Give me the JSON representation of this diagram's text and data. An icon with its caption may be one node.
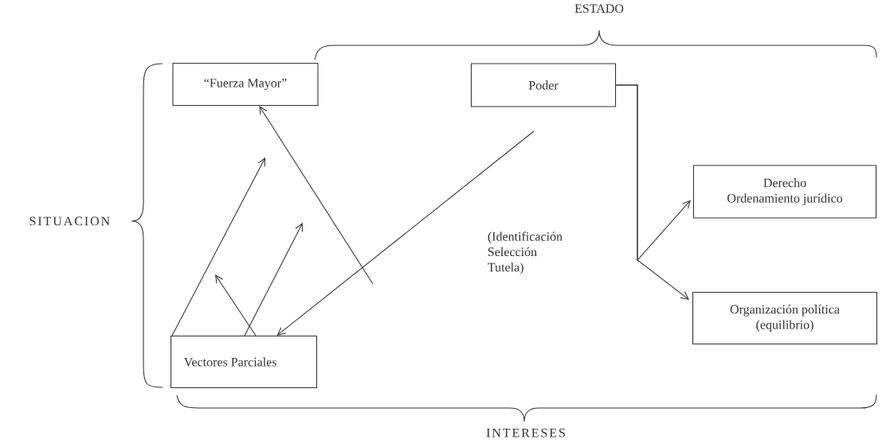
{
  "diagram": {
    "nodes": [
      {
        "text": [
          "“Fuerza Mayor”"
        ]
      },
      {
        "text": [
          "Poder"
        ]
      },
      {
        "text": [
          "Derecho",
          "Ordenamiento jurídico"
        ]
      },
      {
        "text": [
          "Organización política (equilibrio)"
        ]
      },
      {
        "text": [
          "Vectores Parciales"
        ]
      }
    ],
    "edges": [
      {
        "from": null,
        "to": 0,
        "arrow": "to"
      },
      {
        "from": 4,
        "to": null,
        "arrow": "to"
      },
      {
        "from": 4,
        "to": null,
        "arrow": "to"
      },
      {
        "from": 4,
        "to": null,
        "arrow": "to"
      },
      {
        "from": 1,
        "to": 4,
        "arrow": "to"
      },
      {
        "from": 1,
        "to": 2,
        "arrow": "to"
      },
      {
        "from": 1,
        "to": 3,
        "arrow": "to"
      }
    ],
    "labels": [
      "ESTADO",
      "SITUACION",
      "(Identificación Selección Tutela)",
      "INTERESES"
    ]
  }
}
